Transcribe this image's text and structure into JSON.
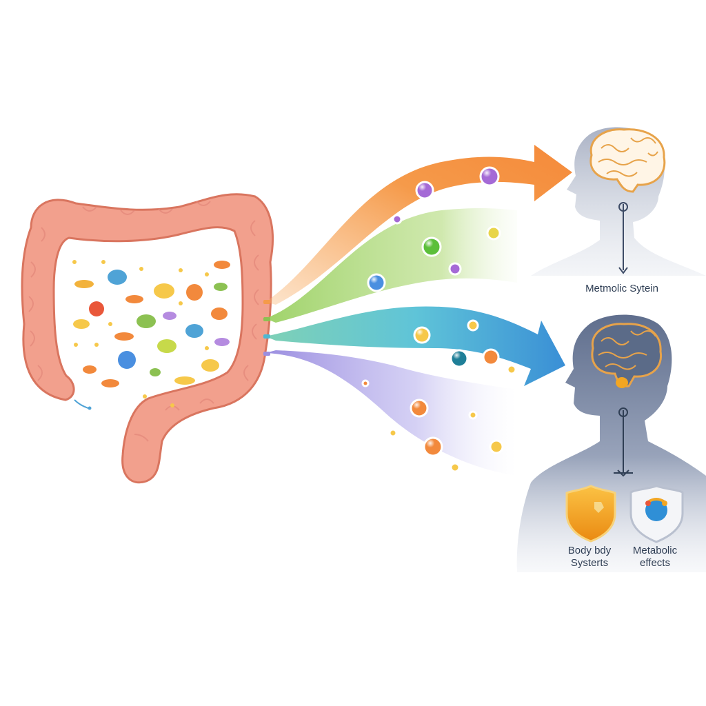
{
  "labels": {
    "metabolic_system": "Metmolic Sytein",
    "body_systems": [
      "Body bdy",
      "Systerts"
    ],
    "metabolic_effects": [
      "Metabolic",
      "effects"
    ]
  },
  "icons": {
    "organ": "colon-icon",
    "upper_brain": "brain-icon",
    "lower_brain": "brain-icon",
    "shield": "shield-icon",
    "badge": "shield-badge-icon"
  },
  "colors": {
    "colon_fill": "#f2a08d",
    "colon_outline": "#d9755f",
    "stream_orange": "#f59a4a",
    "stream_green": "#a7d36a",
    "stream_teal": "#4fb8d2",
    "stream_purple": "#a99be0",
    "silhouette_upper": "#b9c0cf",
    "silhouette_lower": "#8793ab",
    "brain_orange": "#e7a34a",
    "shield_gold": "#f2a623",
    "text": "#2f3e54"
  }
}
